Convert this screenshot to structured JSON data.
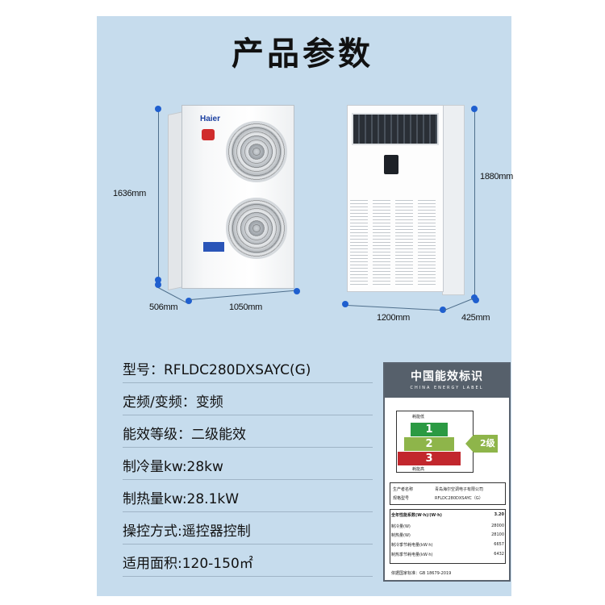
{
  "title": "产品参数",
  "dimensions": {
    "outdoor_height": "1636mm",
    "outdoor_depth": "506mm",
    "outdoor_width": "1050mm",
    "indoor_height": "1880mm",
    "indoor_width": "1200mm",
    "indoor_depth": "425mm"
  },
  "outdoor_logo": "Haier",
  "specs": [
    "型号：RFLDC280DXSAYC(G)",
    "定频/变频：变频",
    "能效等级：二级能效",
    "制冷量kw:28kw",
    "制热量kw:28.1kW",
    "操控方式:遥控器控制",
    "适用面积:120-150㎡"
  ],
  "energy_label": {
    "title_cn": "中国能效标识",
    "title_en": "CHINA ENERGY LABEL",
    "grades": [
      "1",
      "2",
      "3"
    ],
    "current_grade": "2级",
    "top_caption": "耗能低",
    "bottom_caption": "耗能高",
    "manufacturer_key": "生产者名称",
    "manufacturer_val": "青岛海尔空调电子有限公司",
    "model_key": "规格型号",
    "model_val": "RFLDC280DXSAYC（G）",
    "rows": [
      {
        "k": "全年性能系数(W·h)/(W·h)",
        "v": "3.20"
      },
      {
        "k": "制冷量(W)",
        "v": "28000"
      },
      {
        "k": "制热量(W)",
        "v": "28100"
      },
      {
        "k": "制冷季节耗电量(kW·h)",
        "v": "6657"
      },
      {
        "k": "制热季节耗电量(kW·h)",
        "v": "6432"
      }
    ],
    "standard": "依据国家标准：GB 18679-2019"
  }
}
